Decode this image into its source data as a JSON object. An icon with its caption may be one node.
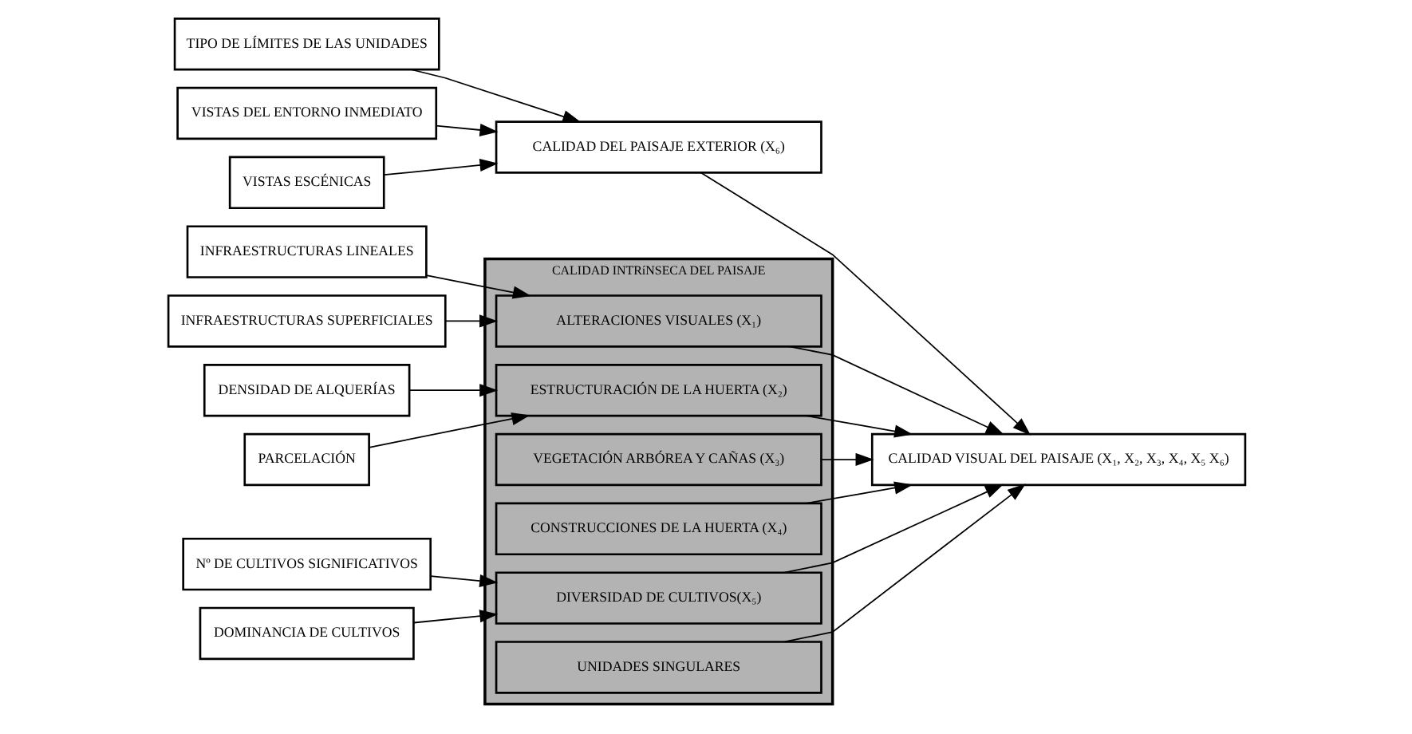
{
  "diagram": {
    "nodes": [
      {
        "text": [
          "INFRAESTRUCTURAS LINEALES"
        ]
      },
      {
        "text": [
          "INFRAESTRUCTURAS SUPERFICIALES"
        ]
      },
      {
        "text": [
          "DENSIDAD DE ALQUERÍAS"
        ]
      },
      {
        "text": [
          "PARCELACIÓN"
        ]
      },
      {
        "text": [
          "Nº DE CULTIVOS SIGNIFICATIVOS"
        ]
      },
      {
        "text": [
          "DOMINANCIA DE CULTIVOS"
        ]
      },
      {
        "text": [
          "TIPO DE LÍMITES DE LAS UNIDADES"
        ]
      },
      {
        "text": [
          "VISTAS DEL ENTORNO INMEDIATO"
        ]
      },
      {
        "text": [
          "VISTAS ESCÉNICAS"
        ]
      },
      {
        "text": [
          "CALIDAD INTRíNSECA DEL PAISAJE"
        ]
      },
      {
        "text": [
          "ALTERACIONES VISUALES (X₁)"
        ],
        "in": 9
      },
      {
        "text": [
          "ESTRUCTURACIÓN DE LA HUERTA (X₂)"
        ],
        "in": 9
      },
      {
        "text": [
          "VEGETACIÓN ARBÓREA Y CAÑAS (X₃)"
        ],
        "in": 9
      },
      {
        "text": [
          "CONSTRUCCIONES DE LA HUERTA (X₄)"
        ],
        "in": 9
      },
      {
        "text": [
          "DIVERSIDAD DE CULTIVOS(X₅)"
        ],
        "in": 9
      },
      {
        "text": [
          "UNIDADES SINGULARES"
        ],
        "in": 9
      },
      {
        "text": [
          "CALIDAD DEL PAISAJE EXTERIOR (X₆)"
        ]
      },
      {
        "text": [
          "CALIDAD VISUAL DEL PAISAJE (X₁, X₂, X₃, X₄, X₅ X₆)"
        ]
      }
    ],
    "edges": [
      {
        "from": 0,
        "to": 10,
        "arrow": "to"
      },
      {
        "from": 1,
        "to": 10,
        "arrow": "to"
      },
      {
        "from": 2,
        "to": 11,
        "arrow": "to"
      },
      {
        "from": 3,
        "to": 11,
        "arrow": "to"
      },
      {
        "from": 4,
        "to": 14,
        "arrow": "to"
      },
      {
        "from": 5,
        "to": 14,
        "arrow": "to"
      },
      {
        "from": 6,
        "to": 16,
        "arrow": "to"
      },
      {
        "from": 7,
        "to": 16,
        "arrow": "to"
      },
      {
        "from": 8,
        "to": 16,
        "arrow": "to"
      },
      {
        "from": 10,
        "to": 17,
        "arrow": "to"
      },
      {
        "from": 11,
        "to": 17,
        "arrow": "to"
      },
      {
        "from": 12,
        "to": 17,
        "arrow": "to"
      },
      {
        "from": 13,
        "to": 17,
        "arrow": "to"
      },
      {
        "from": 14,
        "to": 17,
        "arrow": "to"
      },
      {
        "from": 15,
        "to": 17,
        "arrow": "to"
      },
      {
        "from": 16,
        "to": 17,
        "arrow": "to"
      }
    ]
  }
}
